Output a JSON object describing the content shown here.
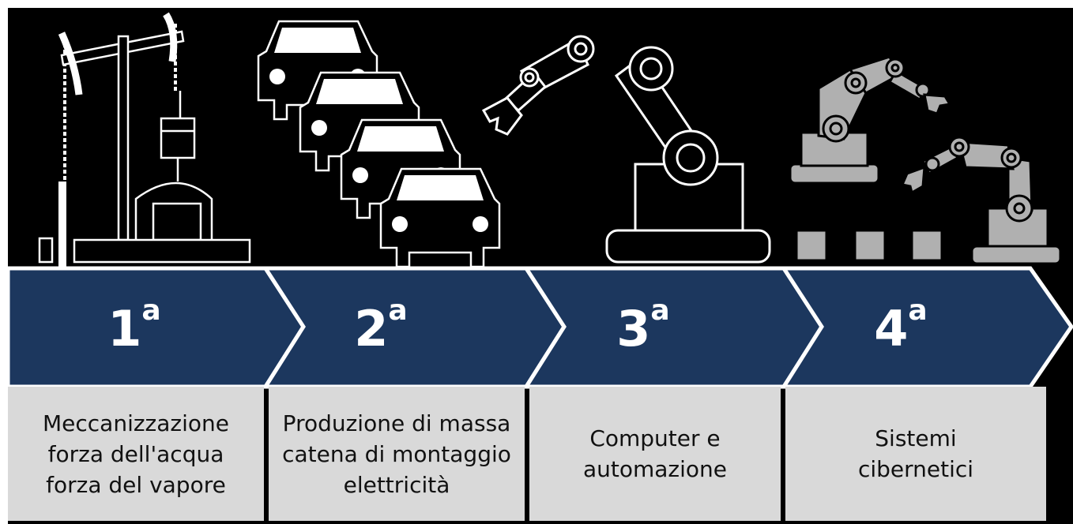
{
  "colors": {
    "background": "#000000",
    "chevron": "#1c375e",
    "chevron_border": "#ffffff",
    "description_box": "#d9d9d9",
    "outline_art": "#ffffff",
    "industry4_art": "#b0b0b0"
  },
  "eras": [
    {
      "number": "1",
      "suffix": "a",
      "description": "Meccanizzazione\nforza dell'acqua\nforza del vapore",
      "icon": "steam-pump-icon"
    },
    {
      "number": "2",
      "suffix": "a",
      "description": "Produzione di massa\ncatena di montaggio\nelettricità",
      "icon": "assembly-line-cars-icon"
    },
    {
      "number": "3",
      "suffix": "a",
      "description": "Computer e\nautomazione",
      "icon": "robotic-arm-icon"
    },
    {
      "number": "4",
      "suffix": "a",
      "description": "Sistemi\ncibernetici",
      "icon": "cyber-physical-robots-icon"
    }
  ]
}
